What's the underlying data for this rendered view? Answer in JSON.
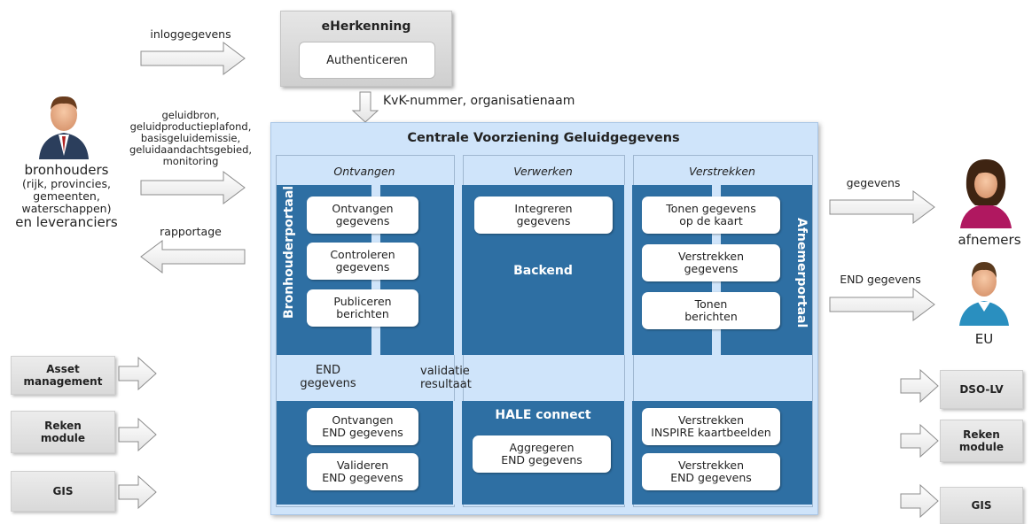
{
  "eherkenning": {
    "title": "eHerkenning",
    "button": "Authenticeren"
  },
  "left": {
    "login_label": "inloggegevens",
    "data_label_lines": [
      "geluidbron,",
      "geluidproductieplafond,",
      "basisgeluidemissie,",
      "geluidaandachtsgebied,",
      "monitoring"
    ],
    "report_label": "rapportage",
    "actor_lines": [
      "bronhouders",
      "(rijk, provincies,",
      "gemeenten,",
      "waterschappen)",
      "en leveranciers"
    ],
    "sources": [
      {
        "label_lines": [
          "Asset",
          "management"
        ]
      },
      {
        "label_lines": [
          "Reken",
          "module"
        ]
      },
      {
        "label_lines": [
          "GIS"
        ]
      }
    ]
  },
  "kvk_label": "KvK-nummer, organisatienaam",
  "central": {
    "title": "Centrale Voorziening Geluidgegevens",
    "columns": [
      "Ontvangen",
      "Verwerken",
      "Verstrekken"
    ],
    "bronhouderportaal": "Bronhouderportaal",
    "afnemerportaal": "Afnemerportaal",
    "backend": "Backend",
    "hale": "HALE connect",
    "ontvangen_boxes": [
      [
        "Ontvangen",
        "gegevens"
      ],
      [
        "Controleren",
        "gegevens"
      ],
      [
        "Publiceren",
        "berichten"
      ]
    ],
    "verwerken_boxes": [
      [
        "Integreren",
        "gegevens"
      ]
    ],
    "verstrekken_boxes": [
      [
        "Tonen gegevens",
        "op de kaart"
      ],
      [
        "Verstrekken",
        "gegevens"
      ],
      [
        "Tonen",
        "berichten"
      ]
    ],
    "end_label_lines": [
      "END",
      "gegevens"
    ],
    "validatie_lines": [
      "validatie",
      "resultaat"
    ],
    "hale_left_boxes": [
      [
        "Ontvangen",
        "END gegevens"
      ],
      [
        "Valideren",
        "END gegevens"
      ]
    ],
    "hale_mid_box": [
      "Aggregeren",
      "END gegevens"
    ],
    "hale_right_boxes": [
      [
        "Verstrekken",
        "INSPIRE kaartbeelden"
      ],
      [
        "Verstrekken",
        "END gegevens"
      ]
    ]
  },
  "right": {
    "gegevens_label": "gegevens",
    "afnemers_label": "afnemers",
    "end_label": "END gegevens",
    "eu_label": "EU",
    "targets": [
      {
        "label_lines": [
          "DSO-LV"
        ]
      },
      {
        "label_lines": [
          "Reken",
          "module"
        ]
      },
      {
        "label_lines": [
          "GIS"
        ]
      }
    ]
  }
}
